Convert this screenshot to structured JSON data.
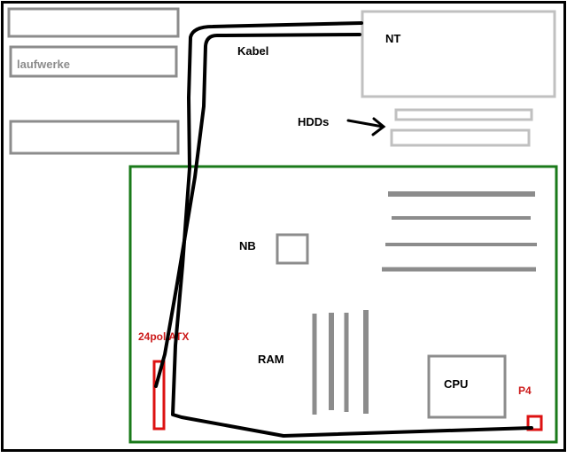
{
  "labels": {
    "drives": "laufwerke",
    "cable": "Kabel",
    "psu": "NT",
    "hdds": "HDDs",
    "northbridge": "NB",
    "atx_connector": "24pol ATX",
    "ram": "RAM",
    "cpu": "CPU",
    "p4_connector": "P4"
  },
  "colors": {
    "frame": "#000000",
    "component_outline": "#8c8c8c",
    "psu_outline": "#c0c0c0",
    "motherboard": "#1a7a1a",
    "connector": "#dd1111",
    "connector_label": "#cc1a1a",
    "cable": "#000000",
    "text": "#000000",
    "drive_label": "#8c8c8c"
  }
}
